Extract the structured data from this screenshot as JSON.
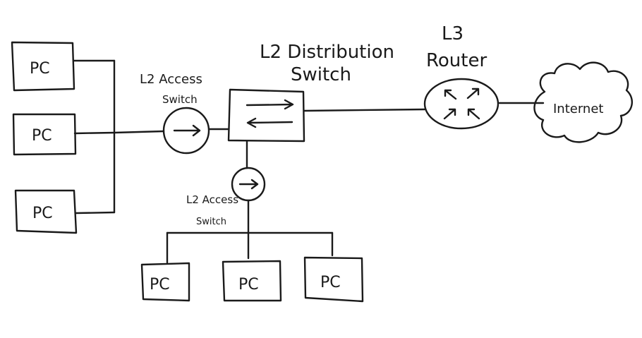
{
  "devices": {
    "pcs_left": [
      "PC",
      "PC",
      "PC"
    ],
    "pcs_bottom": [
      "PC",
      "PC",
      "PC"
    ],
    "access_switch_left": {
      "line1": "L2 Access",
      "line2": "Switch"
    },
    "access_switch_bottom": {
      "line1": "L2 Access",
      "line2": "Switch"
    },
    "distribution_switch": {
      "line1": "L2 Distribution",
      "line2": "Switch"
    },
    "router": {
      "line1": "L3",
      "line2": "Router"
    },
    "internet": {
      "label": "Internet"
    }
  },
  "icons": {
    "access_switch": "arrow-circle-icon",
    "distribution_switch": "bidirectional-arrows-box-icon",
    "router": "four-arrows-circle-icon",
    "internet": "cloud-icon"
  }
}
